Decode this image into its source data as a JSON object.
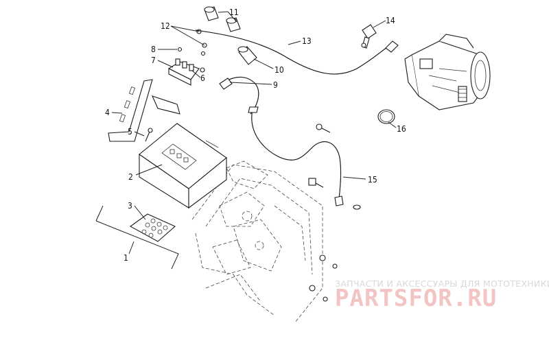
{
  "callouts": [
    {
      "id": "1",
      "label": "1"
    },
    {
      "id": "2",
      "label": "2"
    },
    {
      "id": "3",
      "label": "3"
    },
    {
      "id": "4",
      "label": "4"
    },
    {
      "id": "5",
      "label": "5"
    },
    {
      "id": "6",
      "label": "6"
    },
    {
      "id": "7",
      "label": "7"
    },
    {
      "id": "8",
      "label": "8"
    },
    {
      "id": "9",
      "label": "9"
    },
    {
      "id": "10",
      "label": "10"
    },
    {
      "id": "11",
      "label": "11"
    },
    {
      "id": "12",
      "label": "12"
    },
    {
      "id": "13",
      "label": "13"
    },
    {
      "id": "14",
      "label": "14"
    },
    {
      "id": "15",
      "label": "15"
    },
    {
      "id": "16",
      "label": "16"
    }
  ],
  "watermark": {
    "subtitle": "ЗАПЧАСТИ И АКСЕССУАРЫ ДЛЯ МОТОТЕХНИКИ",
    "brand": "PARTSFOR.RU",
    "colors": {
      "brand": "#f3c4c4",
      "subtitle": "#d8d8d8"
    }
  }
}
